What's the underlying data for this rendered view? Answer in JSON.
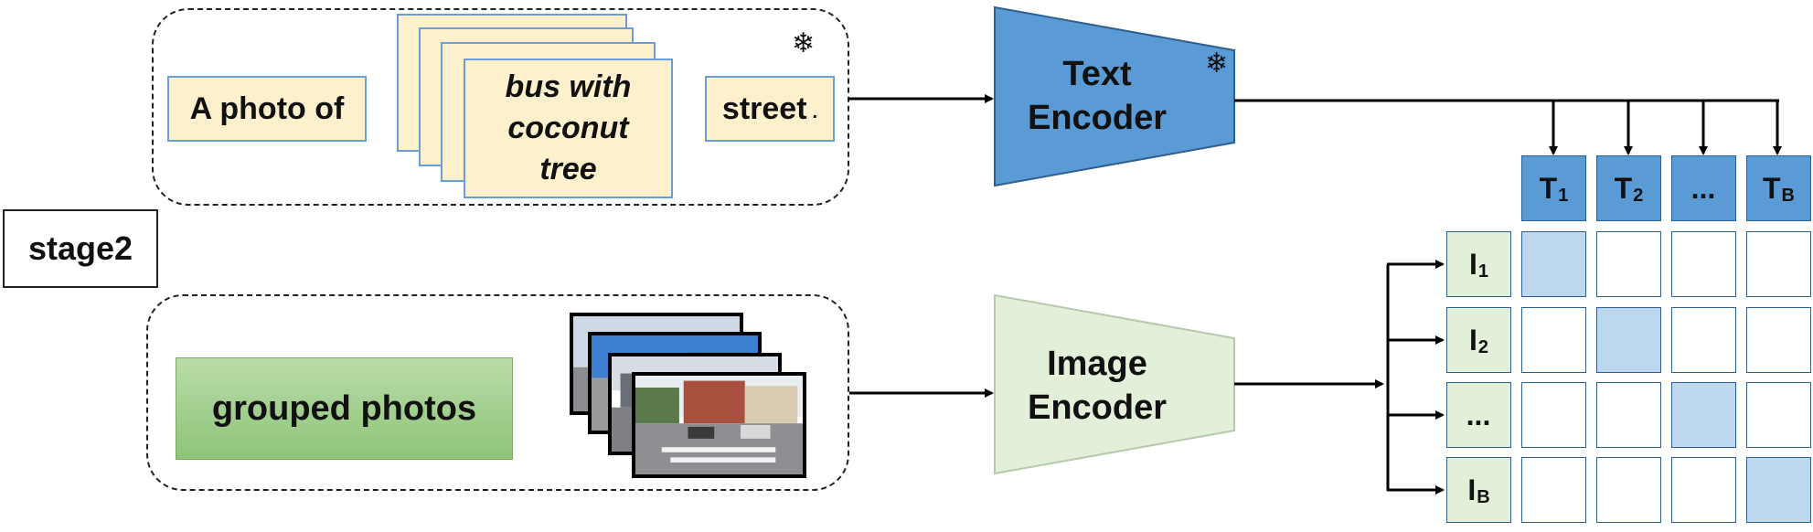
{
  "stage_label": "stage2",
  "text_prompt": {
    "prefix": "A photo of",
    "middle_line1": "bus with",
    "middle_line2": "coconut",
    "middle_line3": "tree",
    "suffix": "street",
    "suffix_dot": ".",
    "frozen_symbol": "❄"
  },
  "image_group_label": "grouped photos",
  "text_encoder": {
    "line1": "Text",
    "line2": "Encoder",
    "frozen_symbol": "❄"
  },
  "image_encoder": {
    "line1": "Image",
    "line2": "Encoder"
  },
  "text_tokens": [
    {
      "main": "T",
      "sub": "1"
    },
    {
      "main": "T",
      "sub": "2"
    },
    {
      "main": "...",
      "sub": ""
    },
    {
      "main": "T",
      "sub": "B"
    }
  ],
  "image_tokens": [
    {
      "main": "I",
      "sub": "1"
    },
    {
      "main": "I",
      "sub": "2"
    },
    {
      "main": "...",
      "sub": ""
    },
    {
      "main": "I",
      "sub": "B"
    }
  ],
  "colors": {
    "text_box_fill": "#fdf0cc",
    "text_encoder": "#5b9bd5",
    "image_encoder": "#e2efd9",
    "matrix_diagonal": "#bdd7ee"
  }
}
